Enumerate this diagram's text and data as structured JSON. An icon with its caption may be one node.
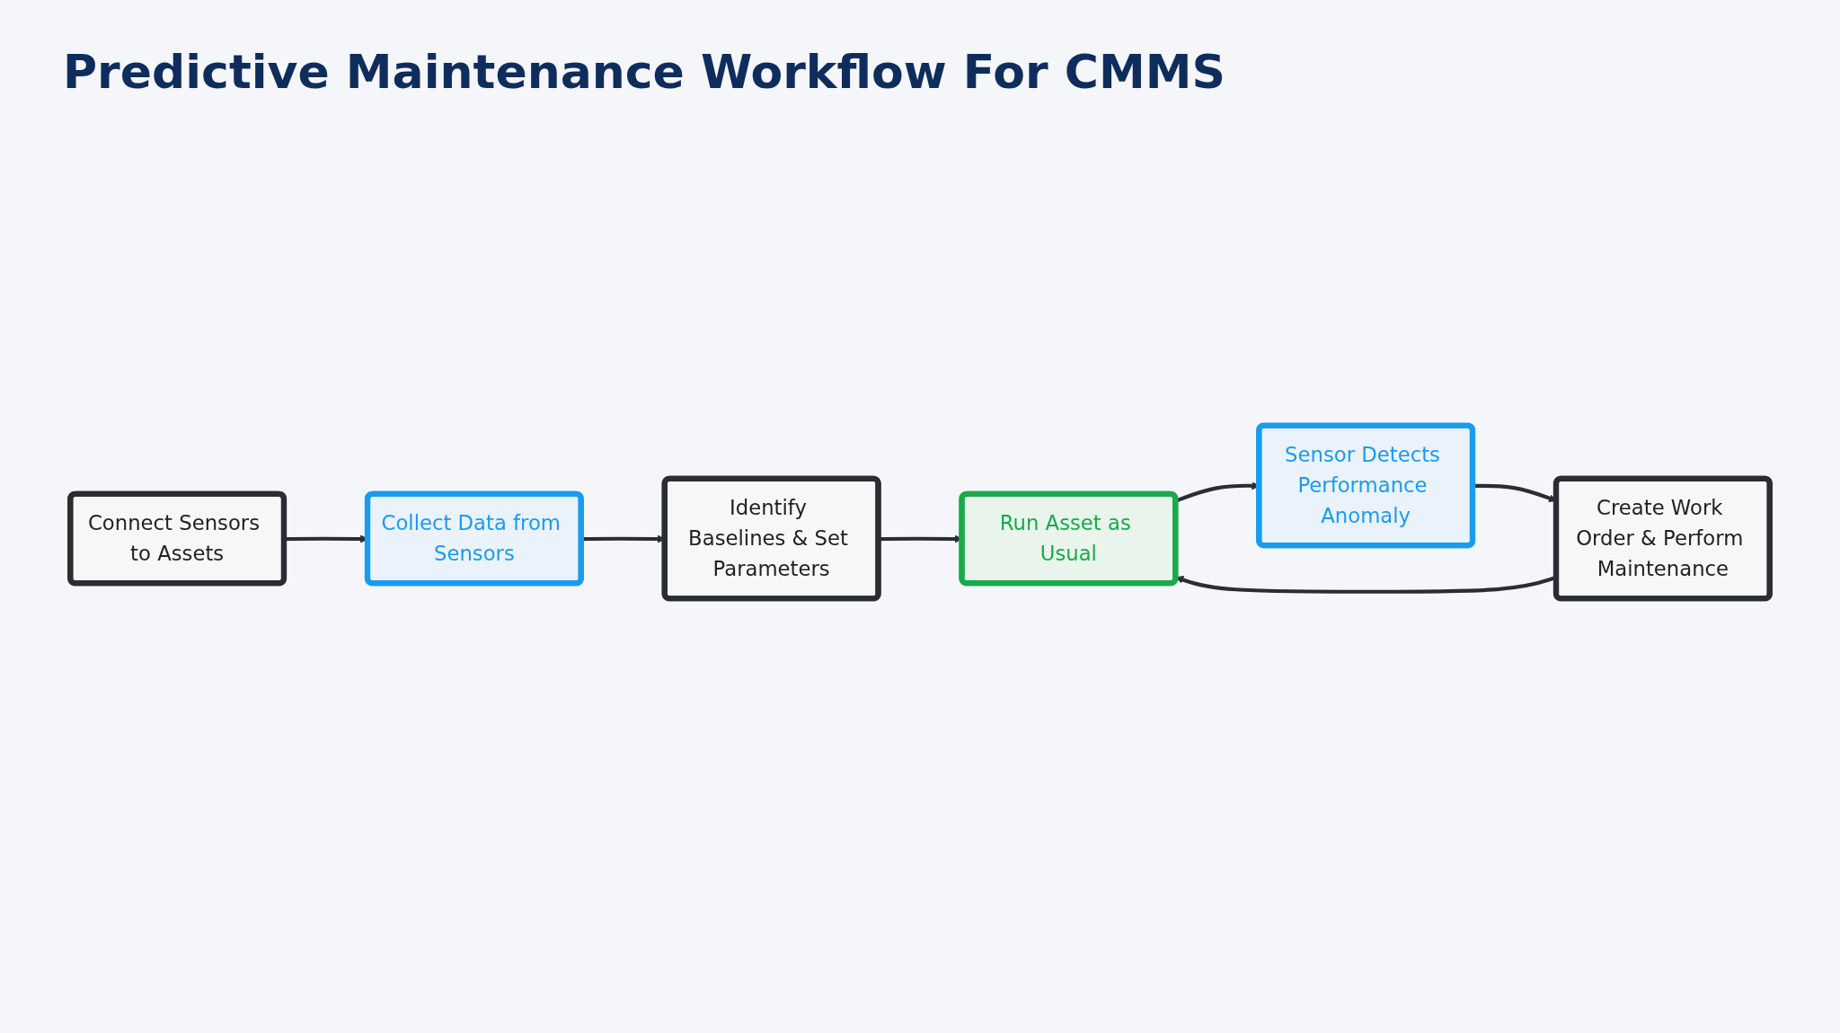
{
  "diagram": {
    "title": "Predictive Maintenance Workflow For CMMS",
    "nodes": [
      {
        "text": [
          "Connect Sensors to Assets"
        ]
      },
      {
        "text": [
          "Collect Data from Sensors"
        ]
      },
      {
        "text": [
          "Identify Baselines & Set Parameters"
        ]
      },
      {
        "text": [
          "Run Asset as Usual"
        ]
      },
      {
        "text": [
          "Sensor Detects Performance Anomaly"
        ]
      },
      {
        "text": [
          "Create Work Order & Perform Maintenance"
        ]
      }
    ],
    "edges": [
      {
        "from": 0,
        "to": 1,
        "arrow": "to"
      },
      {
        "from": 1,
        "to": 2,
        "arrow": "to"
      },
      {
        "from": 2,
        "to": 3,
        "arrow": "to"
      },
      {
        "from": 3,
        "to": 4,
        "arrow": "to"
      },
      {
        "from": 4,
        "to": 5,
        "arrow": "to"
      },
      {
        "from": 5,
        "to": 3,
        "arrow": "to"
      }
    ]
  }
}
